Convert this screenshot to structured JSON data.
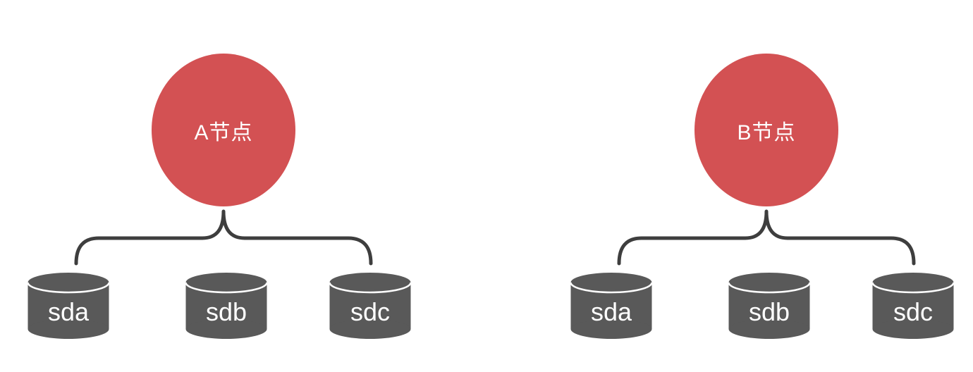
{
  "colors": {
    "background": "#ffffff",
    "node_fill": "#d35153",
    "node_text": "#ffffff",
    "disk_fill": "#595959",
    "disk_divider": "#ffffff",
    "disk_text": "#ffffff",
    "brace_stroke": "#3e3e3e"
  },
  "groups": [
    {
      "node_label": "A节点",
      "disks": [
        "sda",
        "sdb",
        "sdc"
      ]
    },
    {
      "node_label": "B节点",
      "disks": [
        "sda",
        "sdb",
        "sdc"
      ]
    }
  ]
}
